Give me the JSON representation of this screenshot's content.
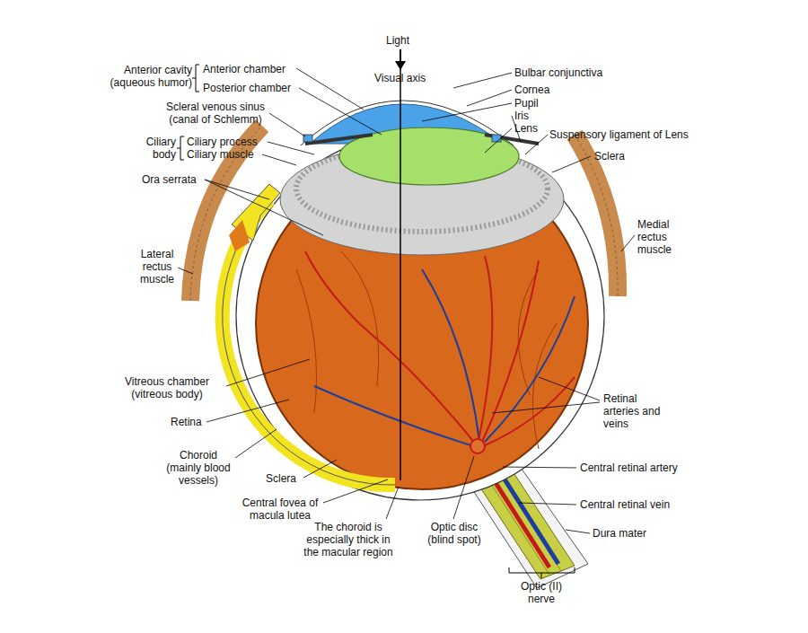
{
  "diagram": {
    "labels": [
      "Light",
      "Visual axis",
      "Anterior cavity (aqueous humor)",
      "Anterior chamber",
      "Posterior chamber",
      "Scleral venous sinus (canal of Schlemm)",
      "Ciliary body",
      "Ciliary process",
      "Ciliary muscle",
      "Ora serrata",
      "Lateral rectus muscle",
      "Vitreous chamber (vitreous body)",
      "Retina",
      "Choroid (mainly blood vessels)",
      "Sclera",
      "Central fovea of macula lutea",
      "The choroid is especially thick in the macular region",
      "Optic disc (blind spot)",
      "Optic (II) nerve",
      "Bulbar conjunctiva",
      "Cornea",
      "Pupil",
      "Iris",
      "Lens",
      "Suspensory ligament of Lens",
      "Sclera",
      "Medial rectus muscle",
      "Retinal arteries and veins",
      "Central retinal artery",
      "Central retinal vein",
      "Dura mater"
    ]
  }
}
